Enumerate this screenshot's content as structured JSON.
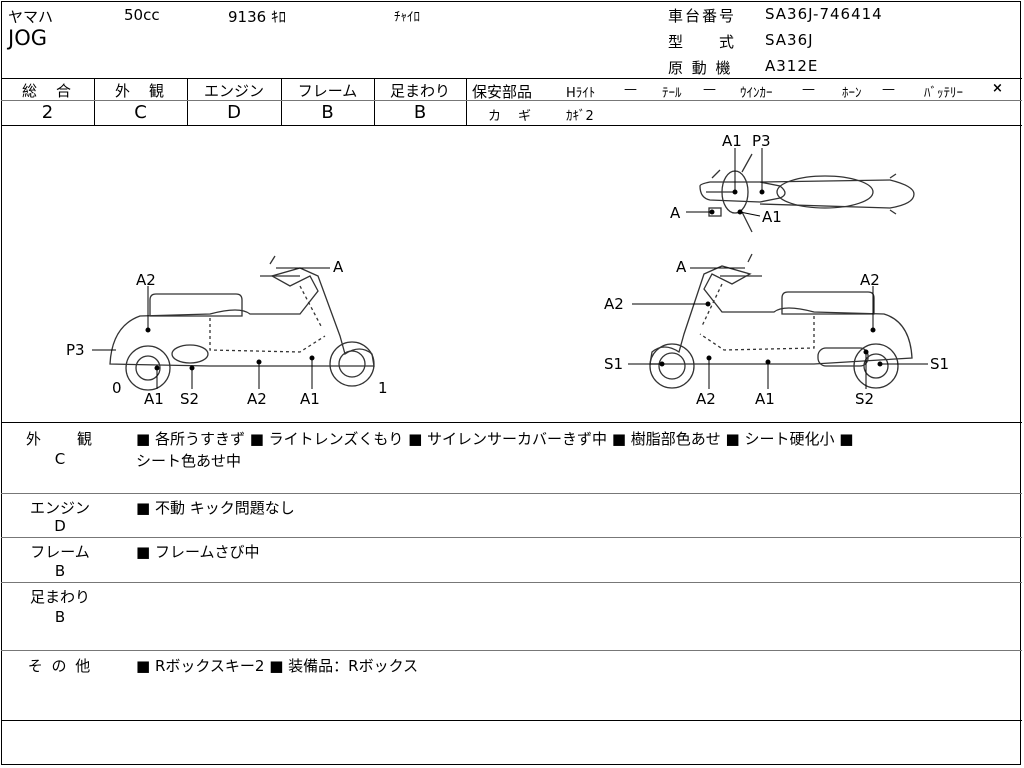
{
  "header": {
    "maker": "ヤマハ",
    "model": "JOG",
    "displacement": "50cc",
    "mileage": "9136 ｷﾛ",
    "color": "ﾁｬｲﾛ",
    "chassis_label": "車台番号",
    "chassis_value": "SA36J-746414",
    "type_label": "型　　式",
    "type_value": "SA36J",
    "engine_label": "原 動 機",
    "engine_value": "A312E"
  },
  "grades": {
    "headers": [
      "総　合",
      "外　観",
      "エンジン",
      "フレーム",
      "足まわり"
    ],
    "values": [
      "2",
      "C",
      "D",
      "B",
      "B"
    ]
  },
  "safety": {
    "label": "保安部品",
    "items": [
      {
        "name": "Hﾗｲﾄ",
        "value": "—"
      },
      {
        "name": "ﾃｰﾙ",
        "value": "—"
      },
      {
        "name": "ｳｲﾝｶｰ",
        "value": "—"
      },
      {
        "name": "ﾎｰﾝ",
        "value": "—"
      },
      {
        "name": "ﾊﾞｯﾃﾘｰ",
        "value": "×"
      }
    ],
    "key_label": "カ　ギ",
    "key_value": "ｶｷﾞ2"
  },
  "diagram": {
    "left_labels": [
      "A2",
      "A",
      "P3",
      "0",
      "A1",
      "S2",
      "A2",
      "A1",
      "1"
    ],
    "right_labels": [
      "A",
      "A2",
      "A2",
      "S1",
      "S1",
      "A2",
      "A1",
      "S2"
    ],
    "top_labels": [
      "A1",
      "P3",
      "A",
      "A1"
    ]
  },
  "remarks": [
    {
      "label": "外　　観",
      "grade": "C",
      "text": "■ 各所うすきず ■ ライトレンズくもり ■ サイレンサーカバーきず中 ■ 樹脂部色あせ ■ シート硬化小 ■",
      "text2": "シート色あせ中"
    },
    {
      "label": "エンジン",
      "grade": "D",
      "text": "■ 不動 キック問題なし"
    },
    {
      "label": "フレーム",
      "grade": "B",
      "text": "■ フレームさび中"
    },
    {
      "label": "足まわり",
      "grade": "B",
      "text": ""
    },
    {
      "label": "そ の 他",
      "grade": "",
      "text": "■ Rボックスキー2 ■ 装備品：Rボックス"
    }
  ]
}
